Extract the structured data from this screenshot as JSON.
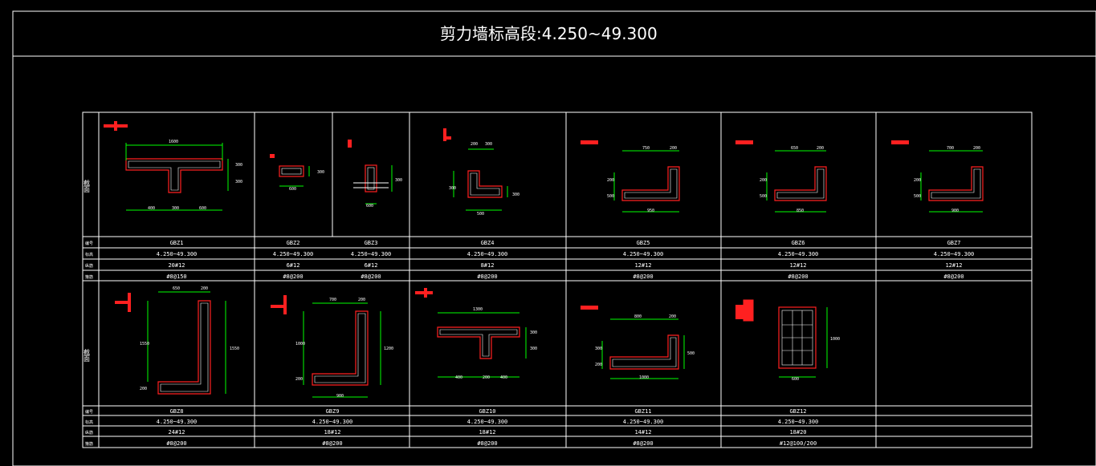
{
  "title": "剪力墙标高段:4.250~49.300",
  "row_labels": {
    "section": "截面",
    "name": "编号",
    "elevation": "标高",
    "longitudinal": "纵筋",
    "stirrup": "箍筋"
  },
  "row1": [
    {
      "id": "GBZ1",
      "elevation": "4.250~49.300",
      "longitudinal": "20#12",
      "stirrup": "#8@150",
      "dims": [
        "1600",
        "300",
        "300",
        "400",
        "300",
        "600"
      ]
    },
    {
      "id": "GBZ2",
      "elevation": "4.250~49.300",
      "longitudinal": "6#12",
      "stirrup": "#8@200",
      "dims": [
        "600",
        "300"
      ]
    },
    {
      "id": "GBZ3",
      "elevation": "4.250~49.300",
      "longitudinal": "6#12",
      "stirrup": "#8@200",
      "dims": [
        "300",
        "600"
      ]
    },
    {
      "id": "GBZ4",
      "elevation": "4.250~49.300",
      "longitudinal": "8#12",
      "stirrup": "#8@200",
      "dims": [
        "200",
        "300",
        "500",
        "300",
        "300"
      ]
    },
    {
      "id": "GBZ5",
      "elevation": "4.250~49.300",
      "longitudinal": "12#12",
      "stirrup": "#8@200",
      "dims": [
        "750",
        "200",
        "200",
        "500",
        "950"
      ]
    },
    {
      "id": "GBZ6",
      "elevation": "4.250~49.300",
      "longitudinal": "12#12",
      "stirrup": "#8@200",
      "dims": [
        "650",
        "200",
        "200",
        "500",
        "850"
      ]
    },
    {
      "id": "GBZ7",
      "elevation": "4.250~49.300",
      "longitudinal": "12#12",
      "stirrup": "#8@200",
      "dims": [
        "700",
        "200",
        "200",
        "500",
        "900"
      ]
    }
  ],
  "row2": [
    {
      "id": "GBZ8",
      "elevation": "4.250~49.300",
      "longitudinal": "24#12",
      "stirrup": "#8@200",
      "dims": [
        "650",
        "200",
        "1550",
        "200",
        "1550"
      ]
    },
    {
      "id": "GBZ9",
      "elevation": "4.250~49.300",
      "longitudinal": "18#12",
      "stirrup": "#8@200",
      "dims": [
        "700",
        "200",
        "1000",
        "200",
        "1200",
        "900"
      ]
    },
    {
      "id": "GBZ10",
      "elevation": "4.250~49.300",
      "longitudinal": "18#12",
      "stirrup": "#8@200",
      "dims": [
        "1300",
        "300",
        "300",
        "400",
        "200",
        "400"
      ]
    },
    {
      "id": "GBZ11",
      "elevation": "4.250~49.300",
      "longitudinal": "14#12",
      "stirrup": "#8@200",
      "dims": [
        "800",
        "200",
        "300",
        "200",
        "500",
        "1000"
      ]
    },
    {
      "id": "GBZ12",
      "elevation": "4.250~49.300",
      "longitudinal": "18#20",
      "stirrup": "#12@100/200",
      "dims": [
        "1000",
        "600"
      ]
    }
  ],
  "colors": {
    "background": "#000000",
    "lines": "#ffffff",
    "dimension": "#00ff00",
    "rebar": "#ff2020"
  }
}
